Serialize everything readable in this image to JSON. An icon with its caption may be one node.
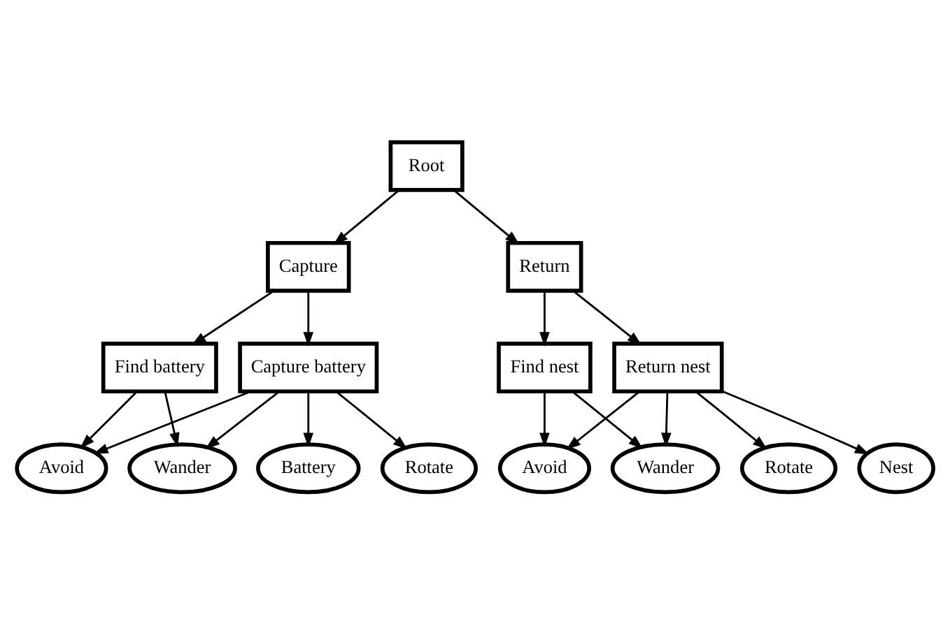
{
  "diagram": {
    "nodes": [
      {
        "text": [
          "Root"
        ]
      },
      {
        "text": [
          "Capture"
        ]
      },
      {
        "text": [
          "Return"
        ]
      },
      {
        "text": [
          "Find battery"
        ]
      },
      {
        "text": [
          "Capture battery"
        ]
      },
      {
        "text": [
          "Find nest"
        ]
      },
      {
        "text": [
          "Return nest"
        ]
      },
      {
        "text": [
          "Avoid"
        ]
      },
      {
        "text": [
          "Wander"
        ]
      },
      {
        "text": [
          "Battery"
        ]
      },
      {
        "text": [
          "Rotate"
        ]
      },
      {
        "text": [
          "Avoid"
        ]
      },
      {
        "text": [
          "Wander"
        ]
      },
      {
        "text": [
          "Rotate"
        ]
      },
      {
        "text": [
          "Nest"
        ]
      }
    ],
    "edges": [
      {
        "from": 0,
        "to": 1,
        "arrow": "to"
      },
      {
        "from": 0,
        "to": 2,
        "arrow": "to"
      },
      {
        "from": 1,
        "to": 3,
        "arrow": "to"
      },
      {
        "from": 1,
        "to": 4,
        "arrow": "to"
      },
      {
        "from": 2,
        "to": 5,
        "arrow": "to"
      },
      {
        "from": 2,
        "to": 6,
        "arrow": "to"
      },
      {
        "from": 3,
        "to": 7,
        "arrow": "to"
      },
      {
        "from": 3,
        "to": 8,
        "arrow": "to"
      },
      {
        "from": 4,
        "to": 7,
        "arrow": "to"
      },
      {
        "from": 4,
        "to": 8,
        "arrow": "to"
      },
      {
        "from": 4,
        "to": 9,
        "arrow": "to"
      },
      {
        "from": 4,
        "to": 10,
        "arrow": "to"
      },
      {
        "from": 5,
        "to": 11,
        "arrow": "to"
      },
      {
        "from": 5,
        "to": 12,
        "arrow": "to"
      },
      {
        "from": 6,
        "to": 11,
        "arrow": "to"
      },
      {
        "from": 6,
        "to": 12,
        "arrow": "to"
      },
      {
        "from": 6,
        "to": 13,
        "arrow": "to"
      },
      {
        "from": 6,
        "to": 14,
        "arrow": "to"
      }
    ]
  }
}
